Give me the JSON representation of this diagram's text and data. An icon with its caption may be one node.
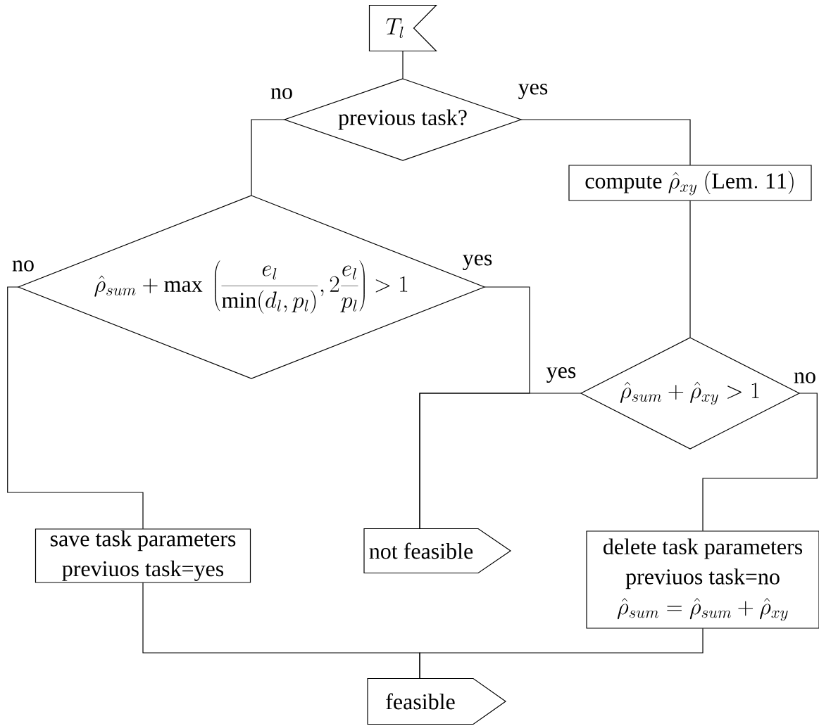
{
  "diagram": {
    "nodes": [
      {
        "text": [
          "T_l"
        ]
      },
      {
        "text": [
          "previous task?"
        ]
      },
      {
        "text": [
          "\\mathrm{compute}\\ \\hat{\\rho}_{xy}\\ \\mathrm{(Lem.\\ 11)}"
        ]
      },
      {
        "text": [
          "\\hat{\\rho}_{sum} + \\max\\ \\left(\\frac{e_l}{\\min(d_l,p_l)}, 2\\frac{e_l}{p_l}\\right) > 1"
        ]
      },
      {
        "text": [
          "\\hat{\\rho}_{sum} + \\hat{\\rho}_{xy} > 1"
        ]
      },
      {
        "text": [
          "save task parameters",
          "previuos task=yes"
        ]
      },
      {
        "text": [
          "not feasible"
        ]
      },
      {
        "text": [
          "delete task parameters",
          "previuos task=no",
          "\\hat{\\rho}_{sum} = \\hat{\\rho}_{sum} + \\hat{\\rho}_{xy}"
        ]
      },
      {
        "text": [
          "feasible"
        ]
      }
    ],
    "edges": [
      {
        "from": 0,
        "to": 1,
        "arrow": "none"
      },
      {
        "from": 1,
        "to": 3,
        "arrow": "none",
        "label": "no"
      },
      {
        "from": 1,
        "to": 2,
        "arrow": "none",
        "label": "yes"
      },
      {
        "from": 2,
        "to": 4,
        "arrow": "none"
      },
      {
        "from": 3,
        "to": 5,
        "arrow": "none",
        "label": "no"
      },
      {
        "from": 3,
        "to": 6,
        "arrow": "none",
        "label": "yes"
      },
      {
        "from": 4,
        "to": 6,
        "arrow": "none",
        "label": "yes"
      },
      {
        "from": 4,
        "to": 7,
        "arrow": "none",
        "label": "no"
      },
      {
        "from": 5,
        "to": 8,
        "arrow": "none"
      },
      {
        "from": 7,
        "to": 8,
        "arrow": "none"
      }
    ]
  }
}
